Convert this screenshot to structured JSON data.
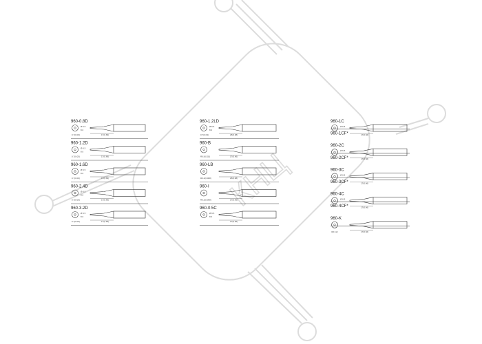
{
  "columns": [
    {
      "id": "left",
      "tips": [
        {
          "name": "960-0.8D",
          "dim_top": "Ø 6.5",
          "dim_side": "8.0",
          "tip_size": "0.7(0.03)",
          "length": "17(0.66)"
        },
        {
          "name": "960-1.2D",
          "dim_top": "Ø 6.5",
          "dim_side": "8.0",
          "tip_size": "0.7(0.03)",
          "length": "17(0.66)"
        },
        {
          "name": "960-1.6D",
          "dim_top": "Ø 6.5",
          "dim_side": "8.0",
          "tip_size": "0.7(0.03)",
          "length": "17(0.66)"
        },
        {
          "name": "960-2.4D",
          "dim_top": "Ø 6.5",
          "dim_side": "8.0",
          "tip_size": "0.7(0.03)",
          "length": "17(0.66)"
        },
        {
          "name": "960-3.2D",
          "dim_top": "Ø 6.5",
          "dim_side": "8.0",
          "tip_size": "0.7(0.03)",
          "length": "17(0.66)"
        }
      ]
    },
    {
      "id": "middle",
      "tips": [
        {
          "name": "960-1.2LD",
          "dim_top": "Ø 6.5",
          "dim_side": "8.0",
          "tip_size": "0.7(0.03)",
          "length": "25(0.98)"
        },
        {
          "name": "960-B",
          "dim_top": "",
          "dim_side": "",
          "tip_size": "R0.5(0.02)",
          "length": "17(0.66)"
        },
        {
          "name": "960-LB",
          "dim_top": "",
          "dim_side": "",
          "tip_size": "R0.2(0.008)",
          "length": "25(0.98)"
        },
        {
          "name": "960-I",
          "dim_top": "",
          "dim_side": "",
          "tip_size": "R0.2(0.008)",
          "length": "17(0.66)"
        },
        {
          "name": "960-0.5C",
          "dim_top": "Ø 6.5",
          "dim_side": "8.0",
          "tip_size": "",
          "length": "17(0.66)"
        }
      ]
    },
    {
      "id": "right",
      "tips": [
        {
          "name": "960-1C",
          "dim_top": "Ø 6.5",
          "dim_side": "",
          "tip_size": "",
          "length": "17(0.66)"
        },
        {
          "name": "960-1CF*",
          "dim_top": "Ø 6.5",
          "dim_side": "",
          "tip_size": "",
          "length": "17(0.66)"
        },
        {
          "name": "960-2C",
          "dim_top": "Ø 6.5",
          "dim_side": "",
          "tip_size": "",
          "length": "17(0.66)"
        },
        {
          "name": "960-2CF*",
          "dim_top": "",
          "dim_side": "",
          "tip_size": "",
          "length": ""
        },
        {
          "name": "960-3C",
          "dim_top": "Ø 6.5",
          "dim_side": "",
          "tip_size": "",
          "length": "17(0.66)"
        },
        {
          "name": "960-3CF*",
          "dim_top": "",
          "dim_side": "",
          "tip_size": "",
          "length": ""
        },
        {
          "name": "960-4C",
          "dim_top": "Ø 6.5",
          "dim_side": "",
          "tip_size": "",
          "length": "17(0.66)"
        },
        {
          "name": "960-4CF*",
          "dim_top": "",
          "dim_side": "",
          "tip_size": "",
          "length": ""
        },
        {
          "name": "960-K",
          "dim_top": "",
          "dim_side": "",
          "tip_size": "3(0.12)",
          "length": "17(0.66)"
        }
      ]
    }
  ],
  "watermark": {
    "text": "КНЦ",
    "color": "#dcdcdc"
  },
  "colors": {
    "ink": "#222222",
    "rule": "#444444"
  }
}
